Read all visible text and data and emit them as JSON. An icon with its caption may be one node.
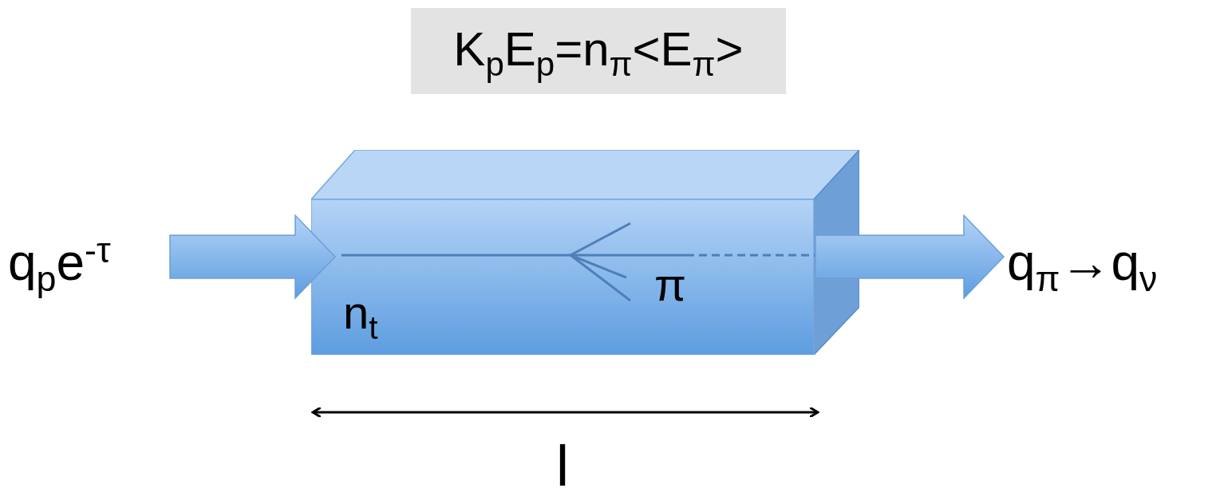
{
  "diagram": {
    "nodes": [
      {
        "text": [
          "K$_{p}$E$_{p}$=n$_{π}$<E$_{π}$>"
        ]
      },
      {
        "text": [
          "q$_{p}$e$^{-τ}$"
        ]
      },
      {
        "text": [
          "n$_{t}$",
          "π"
        ]
      },
      {
        "text": [
          "q$_{π}$→q$_{ν}$"
        ]
      }
    ],
    "edges": [
      {
        "from": 1,
        "to": 2,
        "arrow": "to"
      },
      {
        "from": 2,
        "to": 3,
        "arrow": "to"
      }
    ],
    "labels": [
      "l"
    ]
  }
}
